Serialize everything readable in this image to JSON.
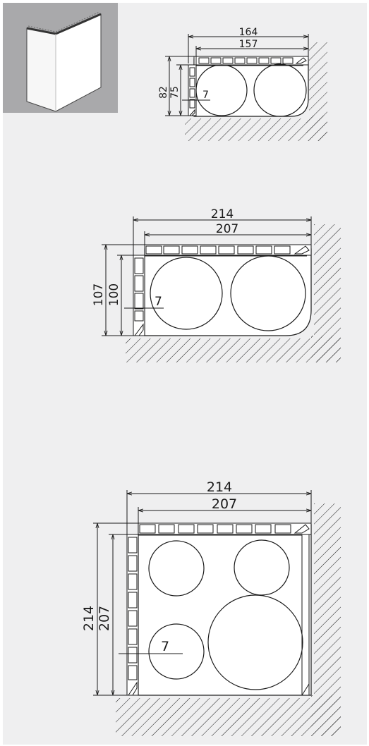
{
  "thumbnail": {
    "icon": "corner-profile-icon"
  },
  "drawing_small": {
    "outer_width": "164",
    "inner_width": "157",
    "outer_height": "82",
    "inner_height": "75",
    "wall_thickness": "7"
  },
  "drawing_medium": {
    "outer_width": "214",
    "inner_width": "207",
    "outer_height": "107",
    "inner_height": "100",
    "wall_thickness": "7"
  },
  "drawing_large": {
    "outer_width": "214",
    "inner_width": "207",
    "outer_height": "214",
    "inner_height": "207",
    "wall_thickness": "7"
  },
  "colors": {
    "panel": "#efeff0",
    "thumb_bg": "#a9a9ab",
    "line": "#1a1a1a",
    "fill": "#ffffff"
  }
}
